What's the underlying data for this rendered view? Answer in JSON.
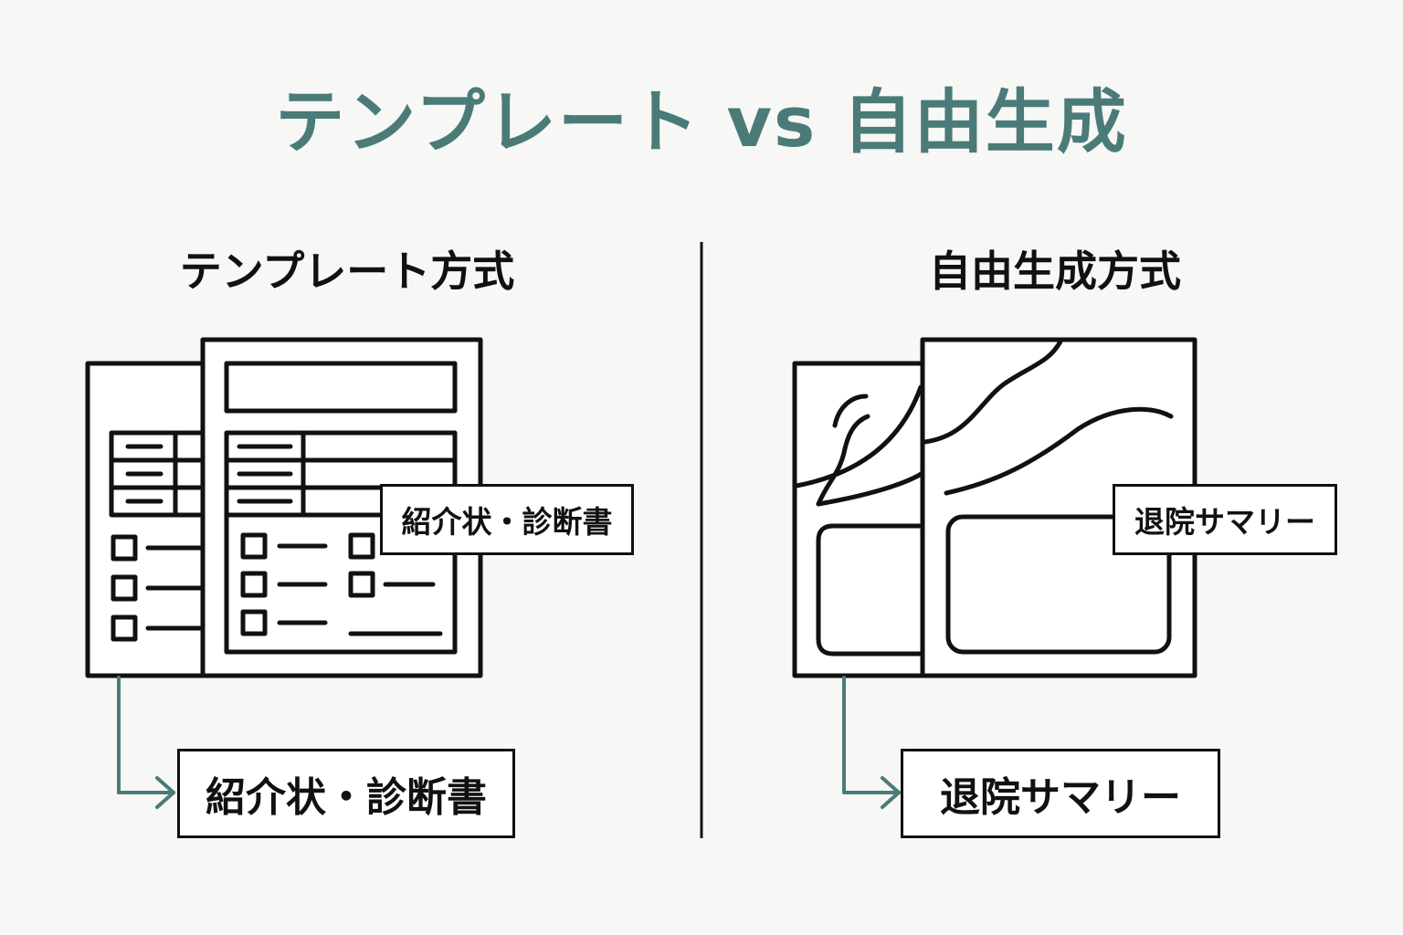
{
  "title": "テンプレート vs 自由生成",
  "left": {
    "heading": "テンプレート方式",
    "document_label": "紹介状・診断書",
    "output_label": "紹介状・診断書"
  },
  "right": {
    "heading": "自由生成方式",
    "document_label": "退院サマリー",
    "output_label": "退院サマリー"
  },
  "colors": {
    "accent": "#4a7b78",
    "ink": "#111111",
    "background": "#f7f7f6"
  }
}
